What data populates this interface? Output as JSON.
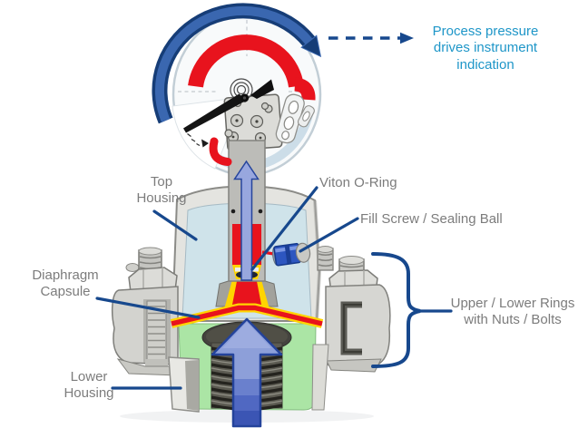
{
  "title": "Diaphragm seal pressure gauge cutaway diagram",
  "labels": {
    "process_pressure": "Process pressure\ndrives instrument\nindication",
    "top_housing": "Top\nHousing",
    "viton_oring": "Viton O-Ring",
    "fill_screw": "Fill Screw / Sealing Ball",
    "diaphragm_capsule": "Diaphragm\nCapsule",
    "rings": "Upper / Lower  Rings\nwith Nuts / Bolts",
    "lower_housing": "Lower\nHousing"
  },
  "colors": {
    "label_gray": "#7c7c7c",
    "process_cyan": "#1e96c8",
    "leader_blue": "#17488d",
    "gauge_red": "#e8131d",
    "fill_yellow": "#ffd400",
    "housing_blue": "#cfe3ea",
    "housing_green": "#abe5a5",
    "arrow_light": "#a3b0e2",
    "arrow_mid": "#8d9fd9",
    "arrow_dark": "#2e55b5",
    "band_blue": "#163d77",
    "band_blue_light": "#3a67b0",
    "screw_blue": "#2d56c0",
    "metal_light": "#e4e4e0",
    "metal_mid": "#c2c2be",
    "metal_dark": "#8a8a86"
  }
}
